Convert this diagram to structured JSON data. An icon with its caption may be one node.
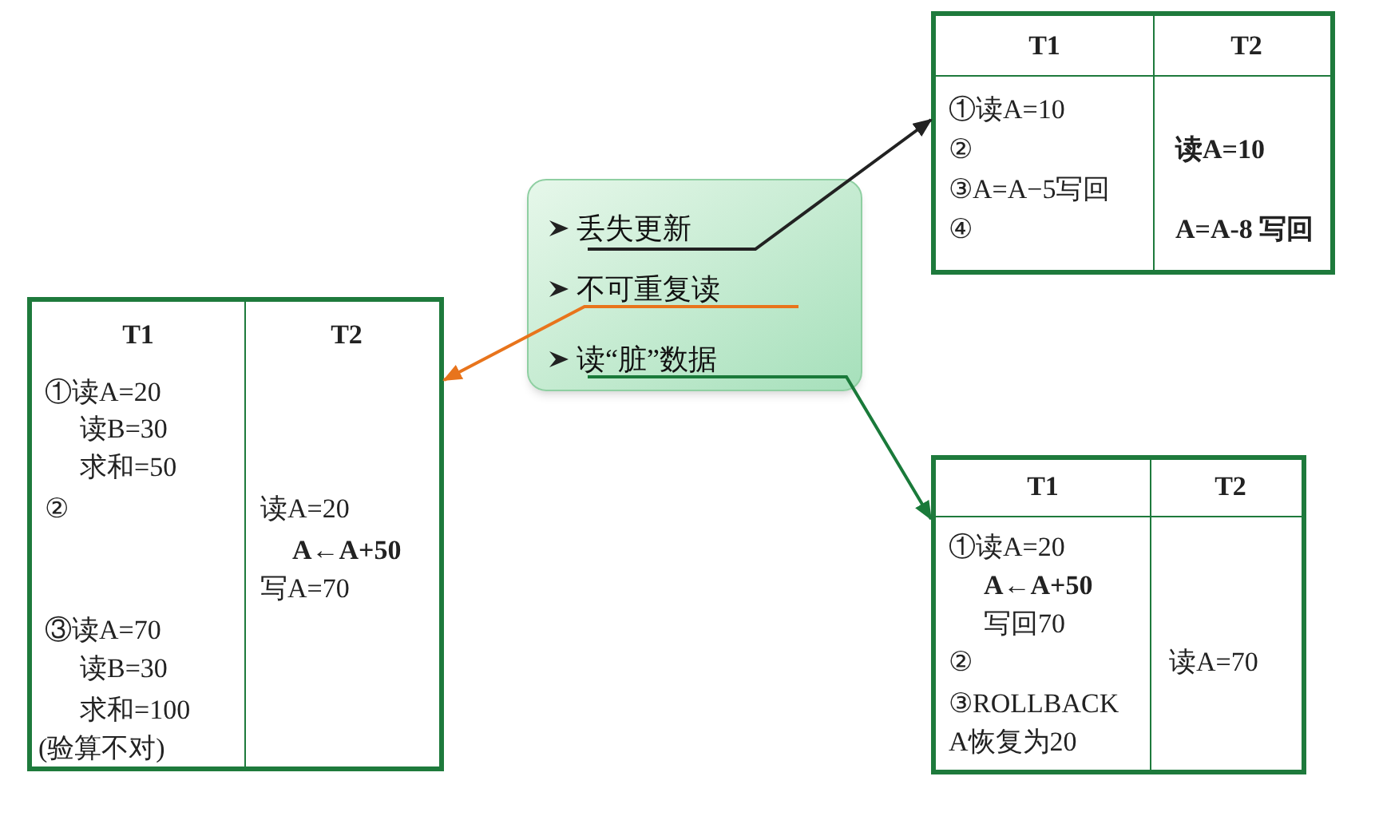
{
  "diagram": {
    "nodes": [
      {
        "text": [],
        "shape": "box"
      },
      {
        "text": [
          "丢失更新"
        ],
        "in": 0
      },
      {
        "text": [
          "不可重复读"
        ],
        "in": 0
      },
      {
        "text": [
          "读“脏”数据"
        ],
        "in": 0
      },
      {
        "text": [
          "T1",
          "T2",
          "①读A=10",
          "②",
          "③A=A−5写回",
          "④",
          "读A=10",
          "A=A-8 写回"
        ]
      },
      {
        "text": [
          "T1",
          "T2",
          "①读A=20",
          "读B=30",
          "求和=50",
          "②",
          "③读A=70",
          "读B=30",
          "求和=100",
          "(验算不对)",
          "读A=20",
          "A←A+50",
          "写A=70"
        ]
      },
      {
        "text": [
          "T1",
          "T2",
          "①读A=20",
          "A←A+50",
          "写回70",
          "②",
          "③ROLLBACK",
          "A恢复为20",
          "读A=70"
        ]
      }
    ],
    "edges": [
      {
        "from": 1,
        "to": 4,
        "arrow": "to",
        "color": "#222222"
      },
      {
        "from": 2,
        "to": 5,
        "arrow": "to",
        "color": "#e8741c"
      },
      {
        "from": 3,
        "to": 6,
        "arrow": "to",
        "color": "#1a7a3a"
      }
    ]
  }
}
